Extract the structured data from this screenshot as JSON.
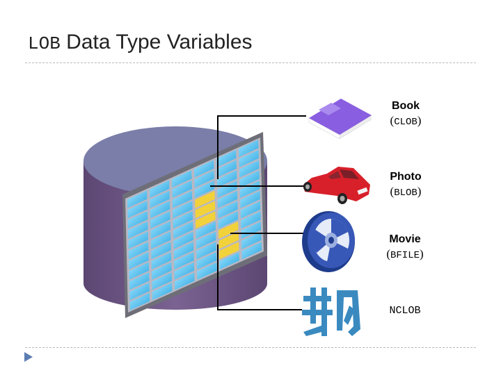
{
  "title": {
    "prefix": "LOB",
    "text": "Data Type Variables"
  },
  "items": [
    {
      "name": "Book",
      "type": "CLOB"
    },
    {
      "name": "Photo",
      "type": "BLOB"
    },
    {
      "name": "Movie",
      "type": "BFILE"
    },
    {
      "name": "",
      "type": "NCLOB"
    }
  ],
  "colors": {
    "cylinder_side": "#6e5585",
    "cylinder_top": "#7a7ea8",
    "grid_cell": "#4fc3f0",
    "highlight": "#f2d23a",
    "book": "#7b4fd1",
    "car": "#d8202a",
    "reel": "#3858b8",
    "glyph": "#3a8ac0"
  },
  "icons": [
    "book-icon",
    "car-icon",
    "film-reel-icon",
    "chinese-characters-icon"
  ]
}
